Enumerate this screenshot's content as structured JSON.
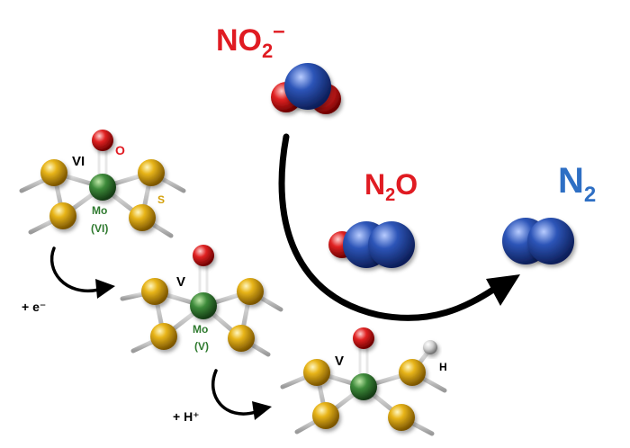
{
  "species": {
    "nitrite": {
      "base": "NO",
      "sub": "2",
      "sup": "–"
    },
    "nitrous_oxide": {
      "pre": "N",
      "sub": "2",
      "post": "O"
    },
    "dinitrogen": {
      "base": "N",
      "sub": "2"
    }
  },
  "steps": {
    "electron": "+ e⁻",
    "proton": "+ H⁺"
  },
  "complex1": {
    "metal": "Mo",
    "ox": "(VI)",
    "bond_label": "VI",
    "oxo": "O",
    "sulfur": "S"
  },
  "complex2": {
    "metal": "Mo",
    "ox": "(V)",
    "bond_label": "V"
  },
  "complex3": {
    "bond_label": "V",
    "hydrogen": "H"
  },
  "colors": {
    "red_label": "#e01b22",
    "blue_label": "#2e6fc4",
    "mo": "#2f7a2f",
    "sulfur": "#d4a00a",
    "oxygen": "#e02a2a",
    "nitrogen": "#2a4fa8",
    "arrow": "#000000"
  }
}
